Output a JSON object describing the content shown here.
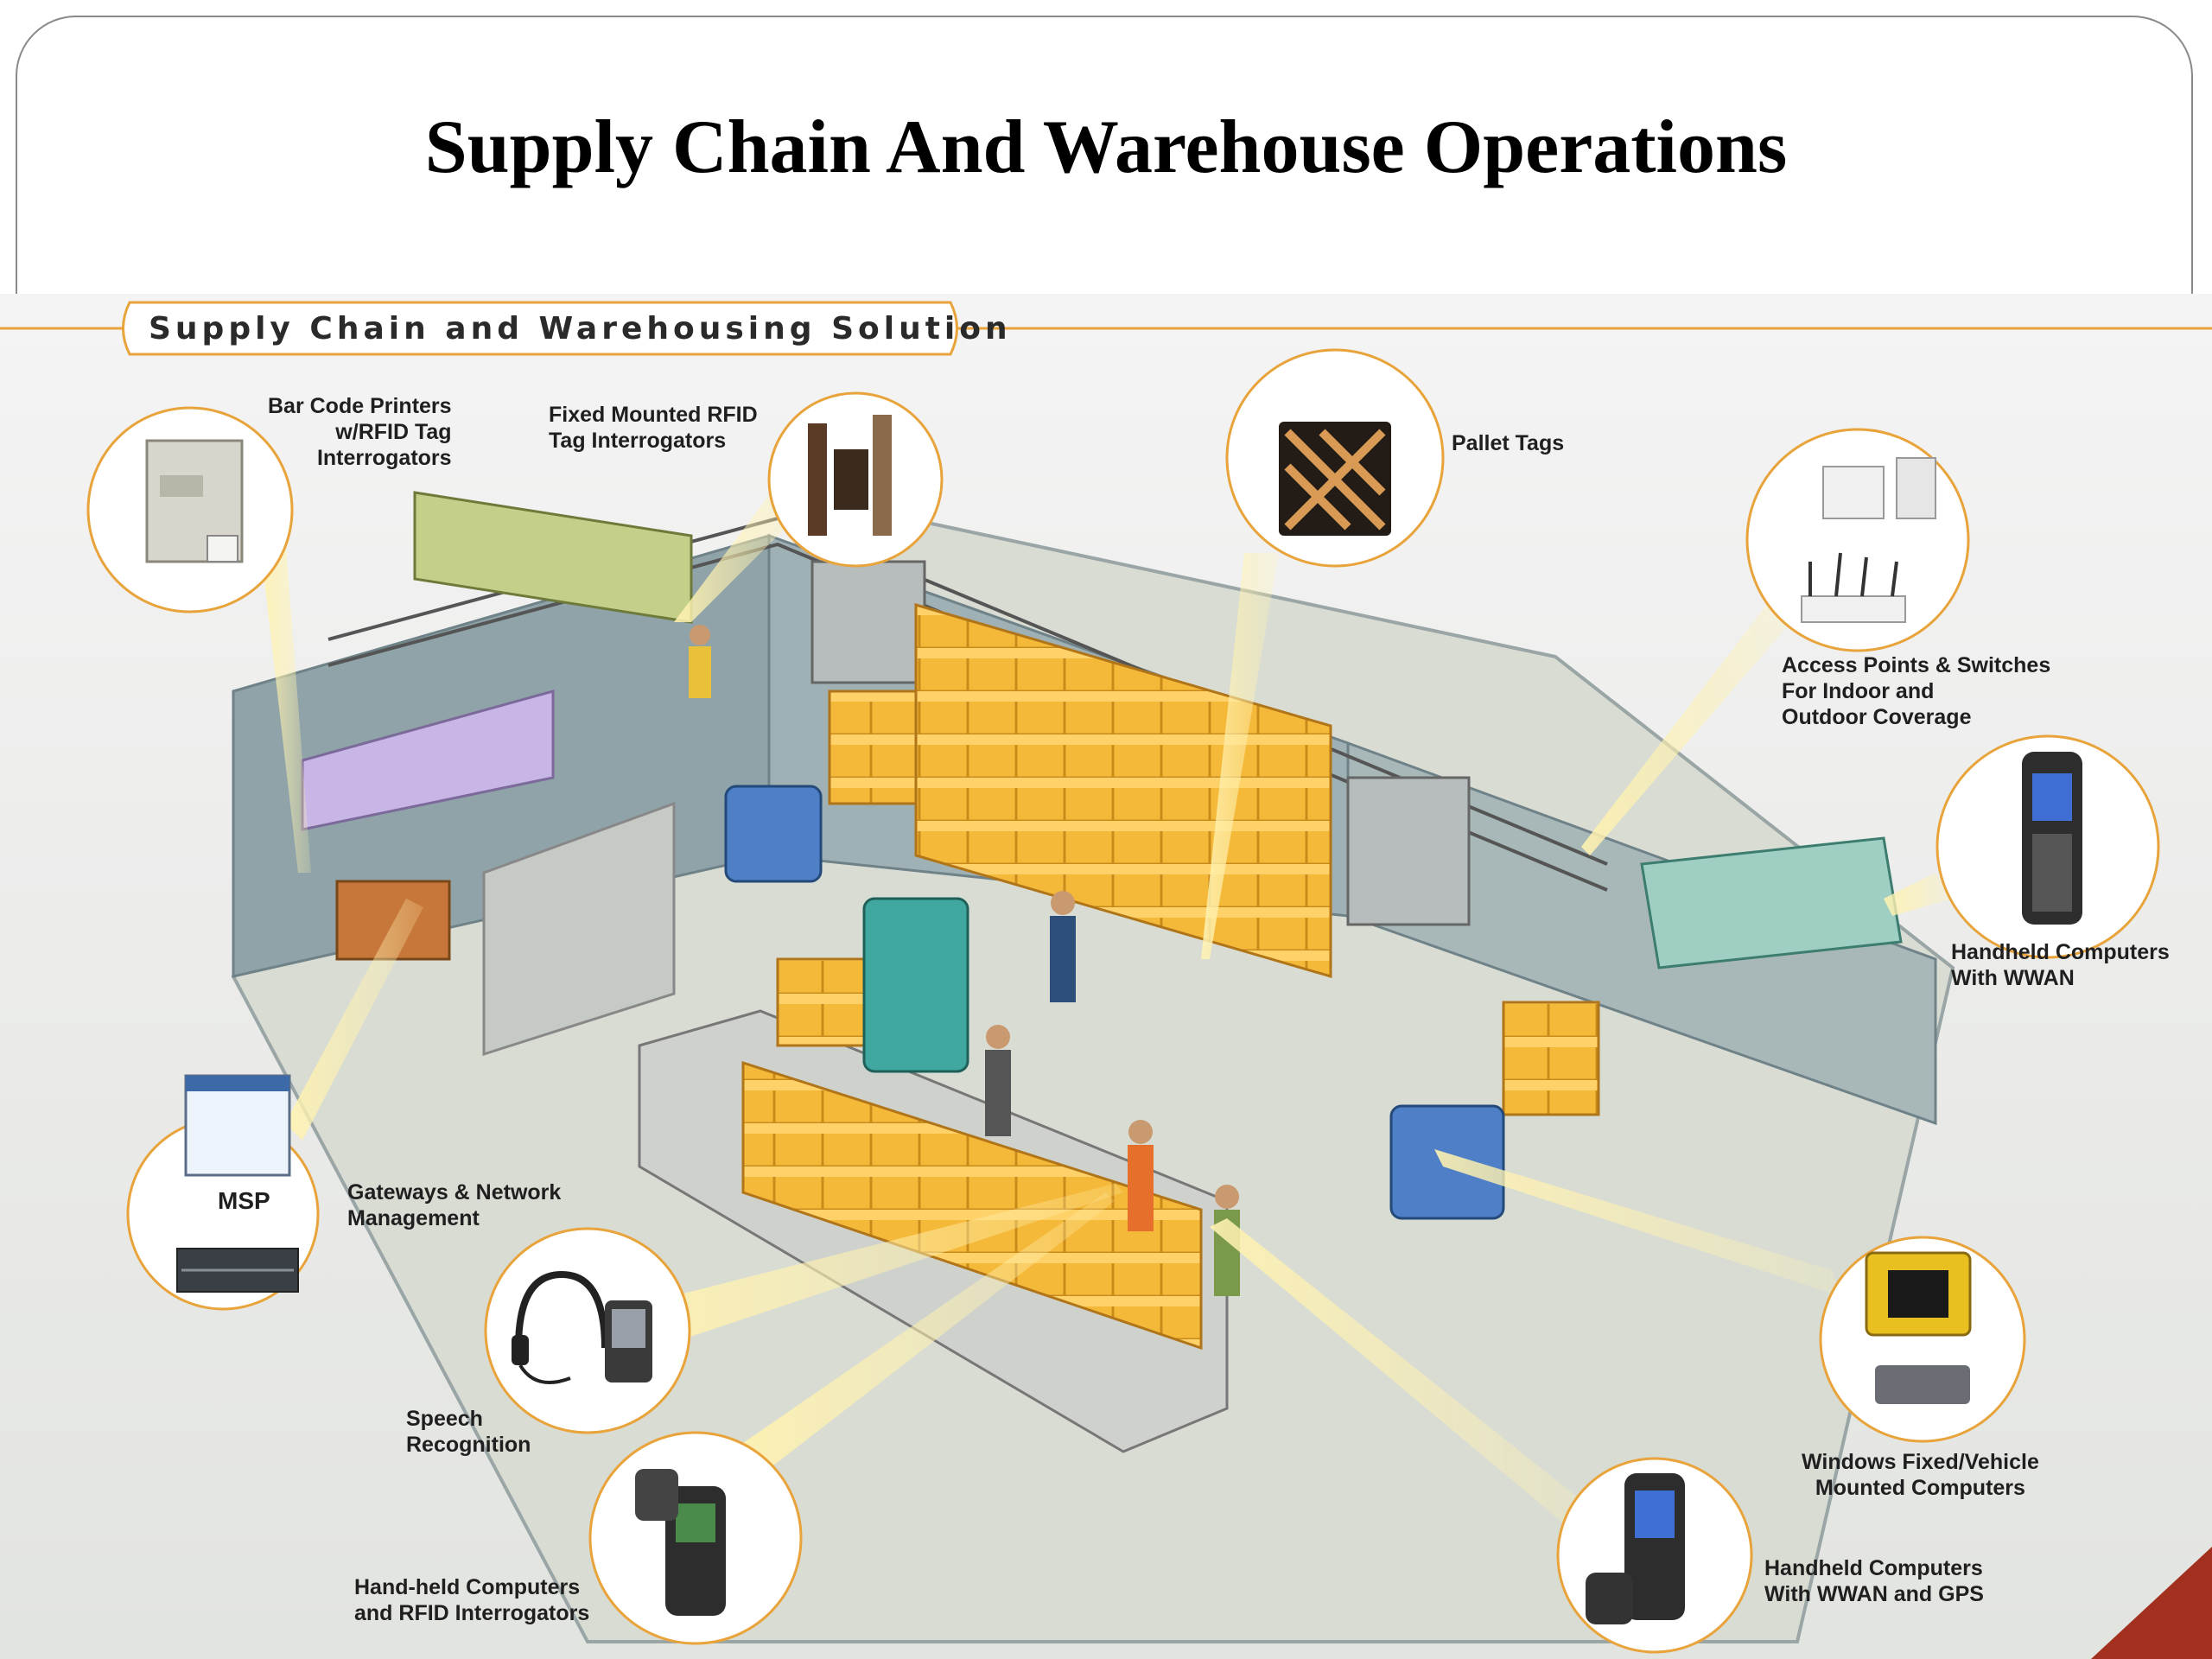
{
  "slide": {
    "title": "Supply Chain And Warehouse Operations"
  },
  "diagram": {
    "banner": "Supply Chain and Warehousing Solution",
    "labels": {
      "barcode_printers": "Bar Code Printers\nw/RFID Tag\nInterrogators",
      "fixed_rfid": "Fixed Mounted RFID\nTag Interrogators",
      "pallet_tags": "Pallet Tags",
      "access_points": "Access Points & Switches\nFor Indoor and\nOutdoor Coverage",
      "handheld_wwan": "Handheld Computers\nWith WWAN",
      "msp": "MSP",
      "gateways": "Gateways & Network\nManagement",
      "speech": "Speech\nRecognition",
      "handheld_rfid": "Hand-held Computers\nand RFID Interrogators",
      "vehicle_computers": "Windows Fixed/Vehicle\nMounted Computers",
      "handheld_gps": "Handheld Computers\nWith WWAN and GPS"
    },
    "colors": {
      "accent_orange": "#e8a33a",
      "box_yellow": "#f5b93a",
      "wall": "#8fa3a8",
      "floor": "#dcdfd6",
      "corner": "#a3301f"
    }
  }
}
